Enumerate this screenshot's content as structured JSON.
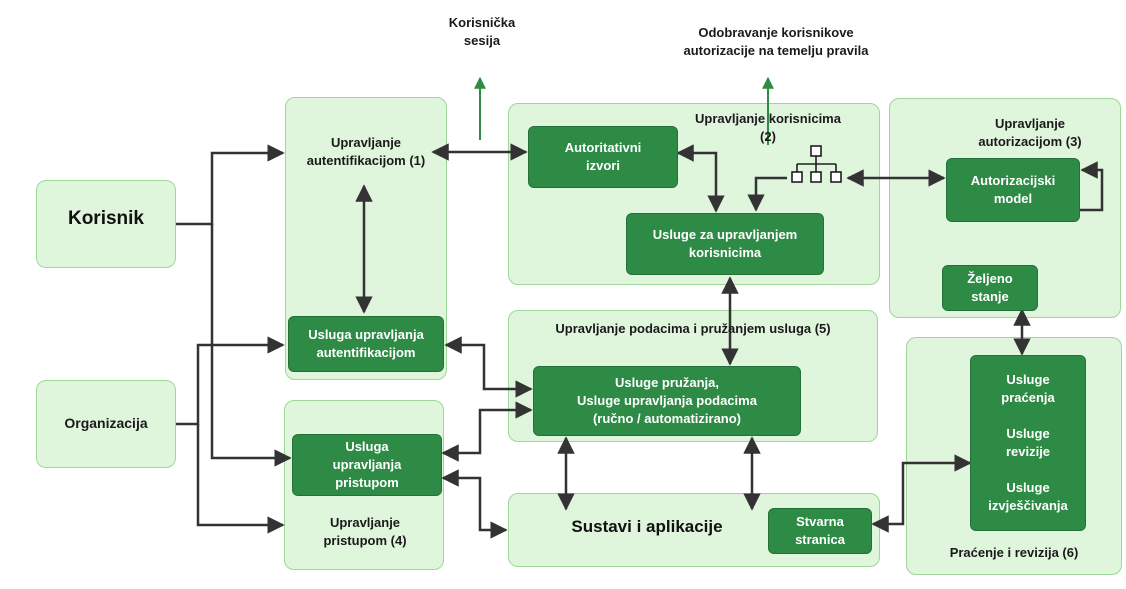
{
  "top": {
    "session_label": "Korisnička\nsesija",
    "rule_label": "Odobravanje korisnikove\nautorizacije na temelju pravila"
  },
  "actors": {
    "user": "Korisnik",
    "organization": "Organizacija"
  },
  "authn": {
    "title": "Upravljanje\nautentifikacijom (1)",
    "service": "Usluga upravljanja\nautentifikacijom"
  },
  "users": {
    "title": "Upravljanje korisnicima\n(2)",
    "sources": "Autoritativni\nizvori",
    "service": "Usluge za upravljanjem\nkorisnicima"
  },
  "authz": {
    "title": "Upravljanje\nautorizacijom (3)",
    "model": "Autorizacijski\nmodel",
    "desired_state": "Željeno\nstanje"
  },
  "access": {
    "service": "Usluga\nupravljanja\npristupom",
    "title": "Upravljanje\npristupom (4)"
  },
  "data": {
    "title": "Upravljanje podacima i pružanjem usluga (5)",
    "service": "Usluge pružanja,\nUsluge upravljanja podacima\n(ručno / automatizirano)"
  },
  "systems": {
    "title": "Sustavi i aplikacije",
    "real_page": "Stvarna\nstranica"
  },
  "monitoring": {
    "services": "Usluge\npraćenja\n\nUsluge\nrevizije\n\nUsluge\nizvješčivanja",
    "title": "Praćenje i revizija (6)"
  },
  "colors": {
    "light_fill": "#dff5dc",
    "dark_fill": "#2e8b46",
    "arrow": "#333333",
    "green_arrow": "#2e8b46"
  }
}
